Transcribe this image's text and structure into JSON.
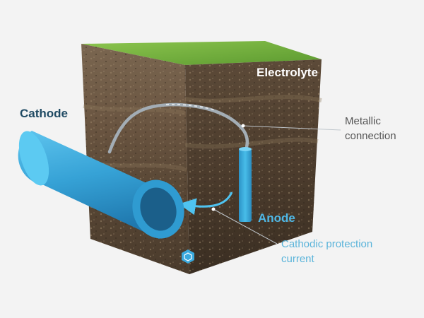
{
  "labels": {
    "electrolyte": "Electrolyte",
    "cathode": "Cathode",
    "metallic_line1": "Metallic",
    "metallic_line2": "connection",
    "anode": "Anode",
    "current_line1": "Cathodic protection",
    "current_line2": "current"
  },
  "colors": {
    "background": "#f3f3f3",
    "grass": "#6fae3c",
    "soil_front": "#6e5a45",
    "soil_side": "#4e3d2d",
    "pipe": "#3aa9dd",
    "pipe_dark": "#1e7fb4",
    "anode": "#3ab0e0",
    "cable": "#9aa5ae",
    "label_dark": "#1f4a63",
    "label_white": "#ffffff",
    "label_grey": "#555555",
    "label_light_blue": "#5bb4da",
    "arrow": "#4fc3f0"
  },
  "icons": {
    "badge": "hexagon-logo-icon"
  }
}
